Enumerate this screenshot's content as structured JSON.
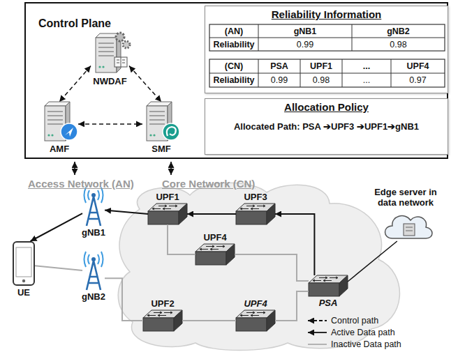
{
  "diagram": {
    "nodes": [
      {
        "text": [
          "Control Plane"
        ]
      },
      {
        "text": [
          "NWDAF"
        ],
        "in": 0
      },
      {
        "text": [
          "Reliability Information"
        ],
        "in": 0
      },
      {
        "text": [
          "AMF"
        ],
        "in": 0
      },
      {
        "text": [
          "SMF"
        ],
        "in": 0
      },
      {
        "text": [
          "Allocation Policy",
          "Allocated Path: PSA ➔UPF3 ➔UPF1➔gNB1"
        ],
        "in": 0
      },
      {
        "text": [
          "gNB1"
        ]
      },
      {
        "text": [
          "UPF1"
        ]
      },
      {
        "text": [
          "UPF3"
        ]
      },
      {
        "text": [
          "Edge server in data network"
        ]
      },
      {
        "text": [
          "UE"
        ]
      },
      {
        "text": [
          "UPF4"
        ]
      },
      {
        "text": [
          "PSA"
        ]
      },
      {
        "text": [
          "gNB2"
        ]
      },
      {
        "text": [
          "UPF2"
        ]
      },
      {
        "text": [
          "UPF4"
        ]
      }
    ],
    "edges": [
      {
        "from": 1,
        "to": 3,
        "arrow": "both"
      },
      {
        "from": 1,
        "to": 4,
        "arrow": "both"
      },
      {
        "from": 3,
        "to": 4,
        "arrow": "both"
      },
      {
        "from": 12,
        "to": 8,
        "arrow": "to"
      },
      {
        "from": 8,
        "to": 7,
        "arrow": "to"
      },
      {
        "from": 7,
        "to": 6,
        "arrow": "to"
      },
      {
        "from": 6,
        "to": 10,
        "arrow": "to"
      },
      {
        "from": 12,
        "to": 9,
        "arrow": "none"
      },
      {
        "from": 7,
        "to": 11,
        "arrow": "none"
      },
      {
        "from": 11,
        "to": 12,
        "arrow": "none"
      },
      {
        "from": 10,
        "to": 13,
        "arrow": "none"
      },
      {
        "from": 13,
        "to": 14,
        "arrow": "none"
      },
      {
        "from": 14,
        "to": 15,
        "arrow": "none"
      },
      {
        "from": 15,
        "to": 12,
        "arrow": "none"
      }
    ],
    "labels": [
      "(AN)",
      "gNB1",
      "gNB2",
      "Reliability",
      "0.99",
      "0.98",
      "(CN)",
      "PSA",
      "UPF1",
      "...",
      "UPF4",
      "Reliability",
      "0.99",
      "0.98",
      "...",
      "0.97",
      "Access Network (AN)",
      "Core Network (CN)"
    ],
    "legend": [
      {
        "text": "Control path"
      },
      {
        "text": "Active Data path"
      },
      {
        "text": "Inactive Data path"
      }
    ]
  }
}
